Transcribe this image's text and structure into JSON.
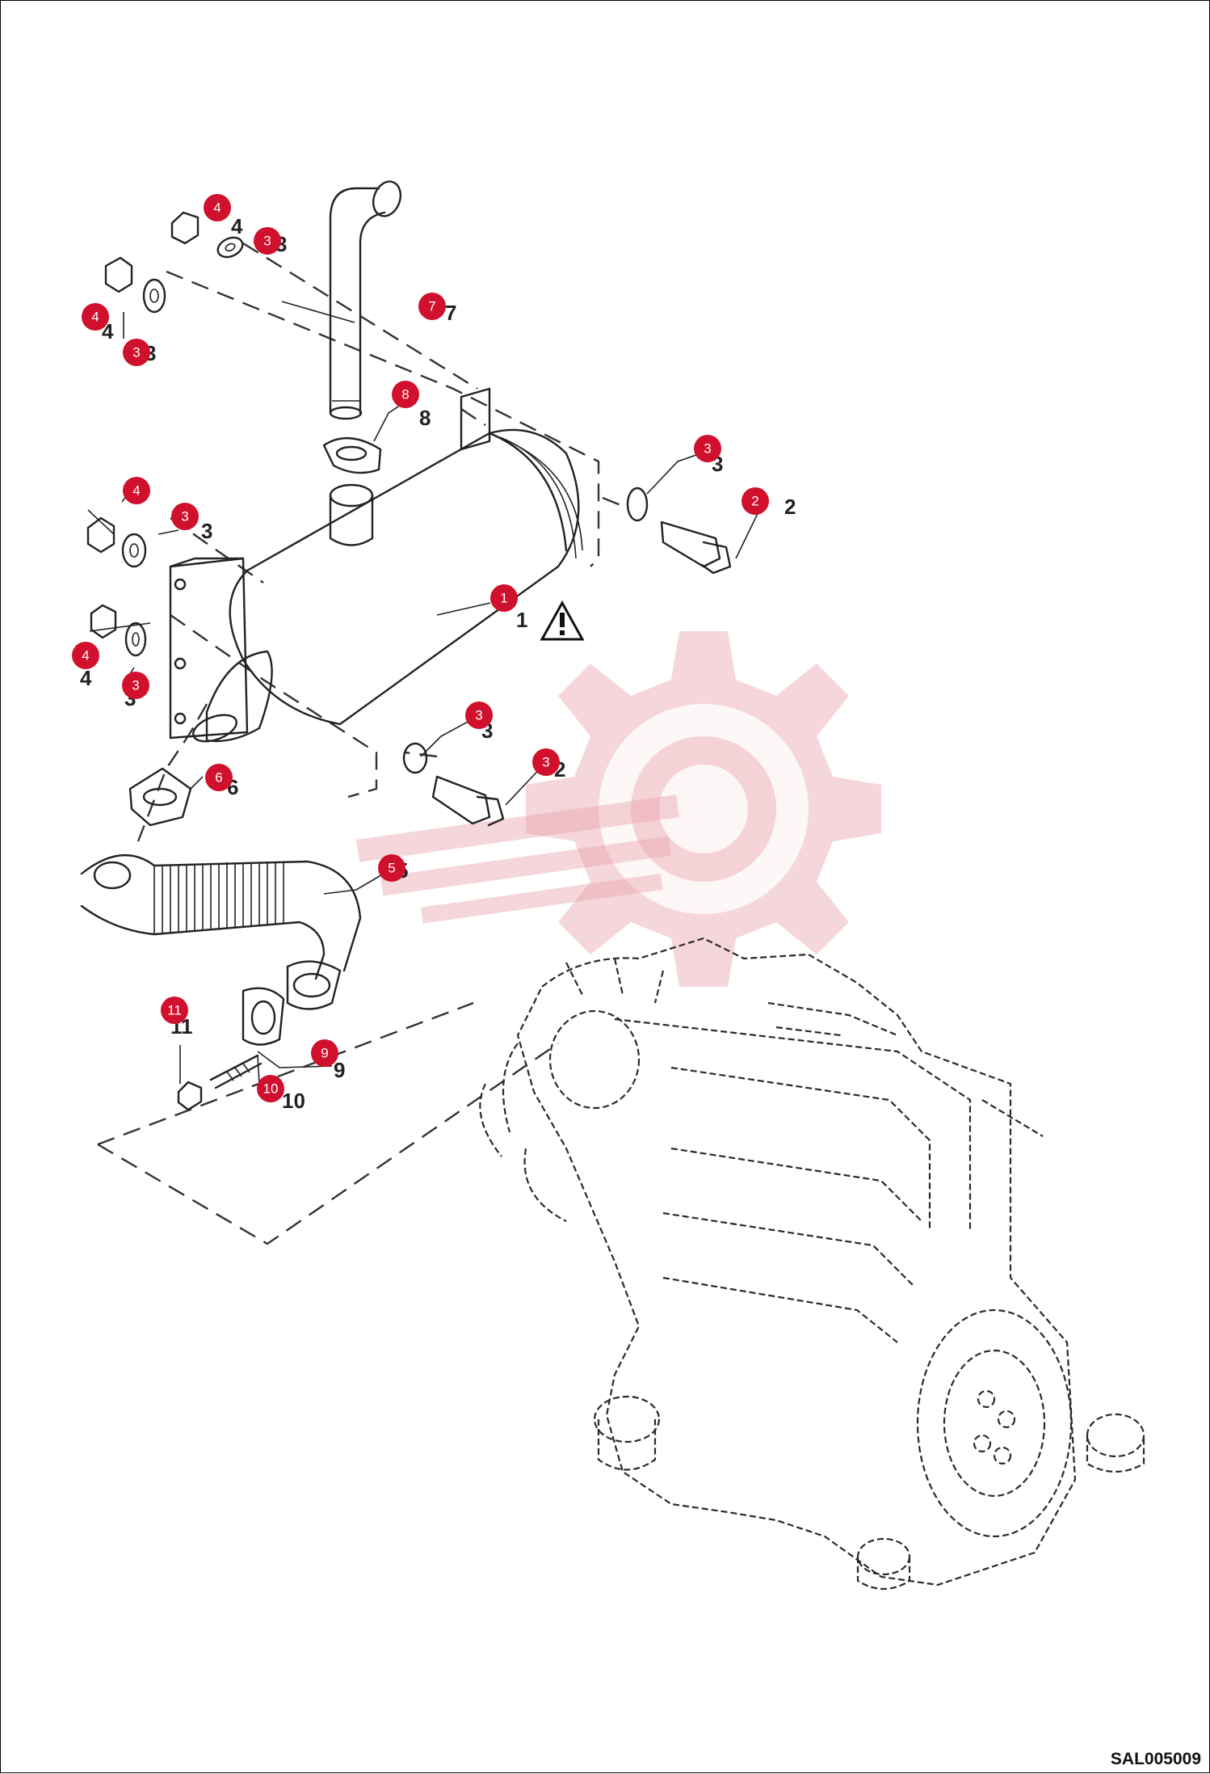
{
  "figure": {
    "reference_code": "SAL005009",
    "accent_color": "#d0102c",
    "watermark_color": "#e9a4ad",
    "warning_icon": "warning-triangle-icon"
  },
  "callouts": [
    {
      "bubble": "4",
      "printed": "4"
    },
    {
      "bubble": "3",
      "printed": "3"
    },
    {
      "bubble": "4",
      "printed": "4"
    },
    {
      "bubble": "3",
      "printed": "3"
    },
    {
      "bubble": "7",
      "printed": "7"
    },
    {
      "bubble": "8",
      "printed": "8"
    },
    {
      "bubble": "3",
      "printed": "3"
    },
    {
      "bubble": "2",
      "printed": "2"
    },
    {
      "bubble": "4",
      "printed": "4"
    },
    {
      "bubble": "3",
      "printed": "3"
    },
    {
      "bubble": "1",
      "printed": "1"
    },
    {
      "bubble": "4",
      "printed": "4"
    },
    {
      "bubble": "3",
      "printed": "3"
    },
    {
      "bubble": "3",
      "printed": "3"
    },
    {
      "bubble": "3",
      "printed": "2"
    },
    {
      "bubble": "6",
      "printed": "6"
    },
    {
      "bubble": "5",
      "printed": "5"
    },
    {
      "bubble": "11",
      "printed": "11"
    },
    {
      "bubble": "9",
      "printed": "9"
    },
    {
      "bubble": "10",
      "printed": "10"
    }
  ]
}
